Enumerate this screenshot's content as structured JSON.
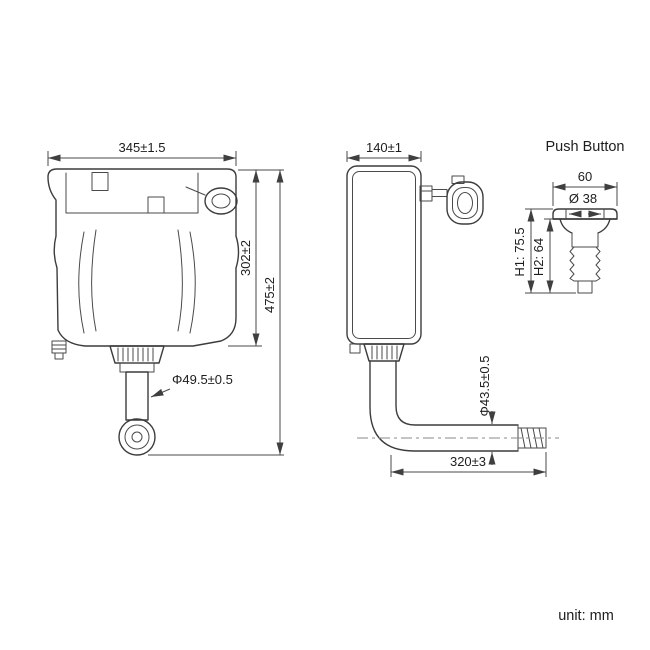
{
  "front_view": {
    "width_dim": "345±1.5",
    "body_height_dim": "302±2",
    "total_height_dim": "475±2",
    "outlet_diameter_dim": "Φ49.5±0.5"
  },
  "side_view": {
    "depth_dim": "140±1",
    "pipe_diameter_dim": "Φ43.5±0.5",
    "pipe_length_dim": "320±3"
  },
  "push_button": {
    "title": "Push Button",
    "width_dim": "60",
    "cap_diameter_dim": "Ø 38",
    "h1_dim": "H1: 75.5",
    "h2_dim": "H2: 64"
  },
  "footer": {
    "unit_label": "unit: mm"
  }
}
